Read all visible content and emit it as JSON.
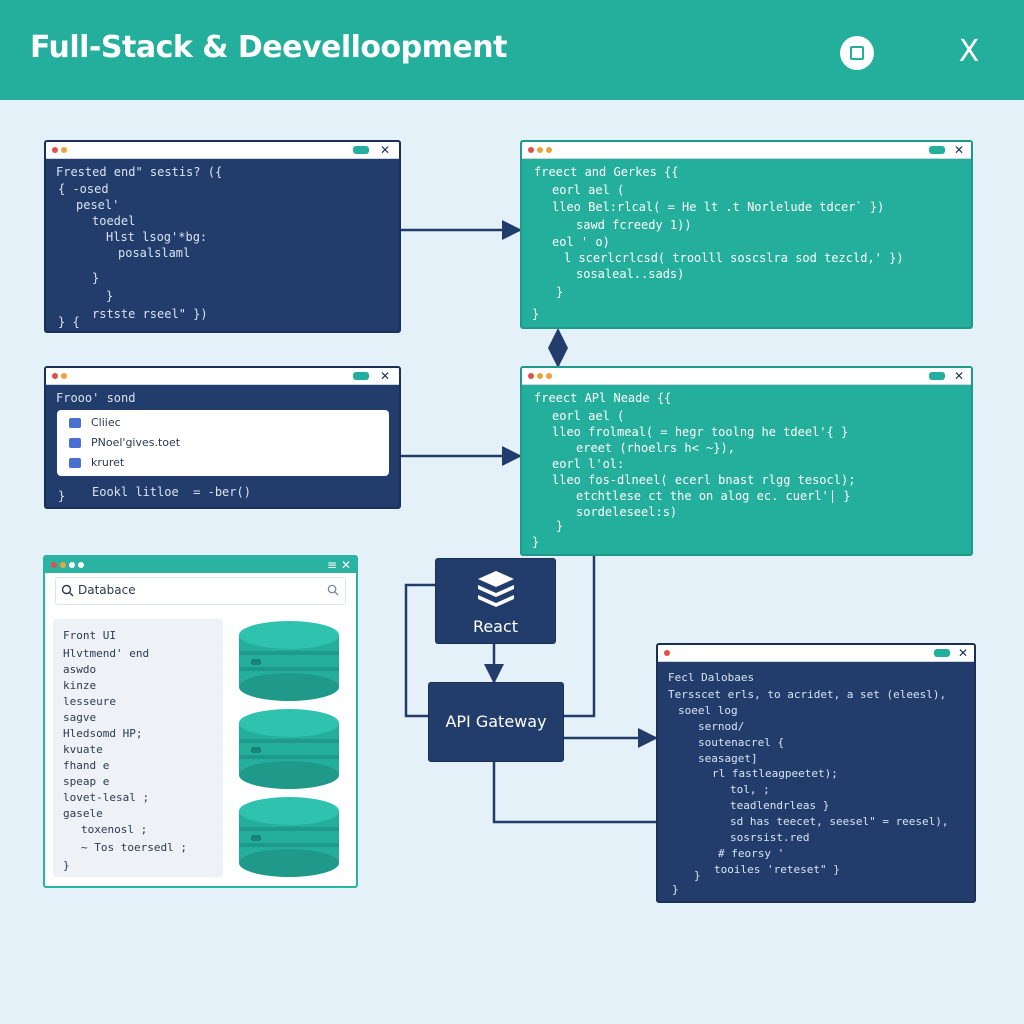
{
  "header": {
    "title": "Full-Stack & Deevelloopment"
  },
  "windows": {
    "frontend_code": {
      "lines": [
        "Frested end\" sestis? ({",
        "{ -osed",
        "pesel'",
        "toedel",
        "Hlst lsog'*bg:",
        "posalslaml",
        "}",
        "}",
        "rstste rseel\" })",
        "} {"
      ]
    },
    "frontend_list": {
      "heading": "Frooo' sond",
      "items": [
        "Cliiec",
        "PNoel'gives.toet",
        "kruret"
      ],
      "footer": [
        "}",
        "Eookl litloe  = -ber()"
      ]
    },
    "backend_code": {
      "lines": [
        "freect and Gerkes {{",
        "eorl ael (",
        "lleo Bel:rlcal( = He lt .t Norlelude tdcer` })",
        "sawd fcreedy 1))",
        "eol ' o)",
        "l scerlcrlcsd( troolll soscslra sod tezcld,' })",
        "sosaleal..sads)",
        "}",
        "}"
      ]
    },
    "api_code": {
      "lines": [
        "freect APl Neade {{",
        "eorl ael (",
        "lleo frolmeal( = hegr toolng he tdeel'{ }",
        "ereet (rhoelrs h< ~}),",
        "eorl l'ol:",
        "lleo fos-dlneel( ecerl bnast rlgg tesocl);",
        "etchtlese ct the on alog ec. cuerl'| }",
        "sordeleseel:s)",
        "}",
        "}"
      ]
    },
    "database": {
      "search_label": "Databace",
      "lines": [
        "Front UI",
        "Hlvtmend' end",
        "aswdo",
        "kinze",
        "lesseure",
        "sagve",
        "Hledsomd HP;",
        "kvuate",
        "fhand e",
        "speap e",
        "lovet-lesal ;",
        "gasele",
        "toxenosl ;",
        "~ Tos toersedl ;",
        "}"
      ]
    },
    "db_code": {
      "lines": [
        "Fecl Dalobaes",
        "Tersscet erls, to acridet, a set (eleesl),",
        "soeel log",
        "sernod/",
        "soutenacrel {",
        "seasaget]",
        "rl fastleagpeetet);",
        "tol, ;",
        "teadlendrleas }",
        "sd has teecet, seesel\" = reesel),",
        "sosrsist.red",
        "# feorsy '",
        "tooiles 'reteset\" }",
        "}",
        "}"
      ]
    }
  },
  "nodes": {
    "react_label": "React",
    "gateway_label": "API Gateway"
  },
  "colors": {
    "navy": "#223d6b",
    "teal": "#24ae9c",
    "bg": "#e4f1f8"
  },
  "icons": [
    "square-icon",
    "close-icon",
    "search-icon",
    "stack-layers-icon",
    "database-cylinder-icon"
  ]
}
